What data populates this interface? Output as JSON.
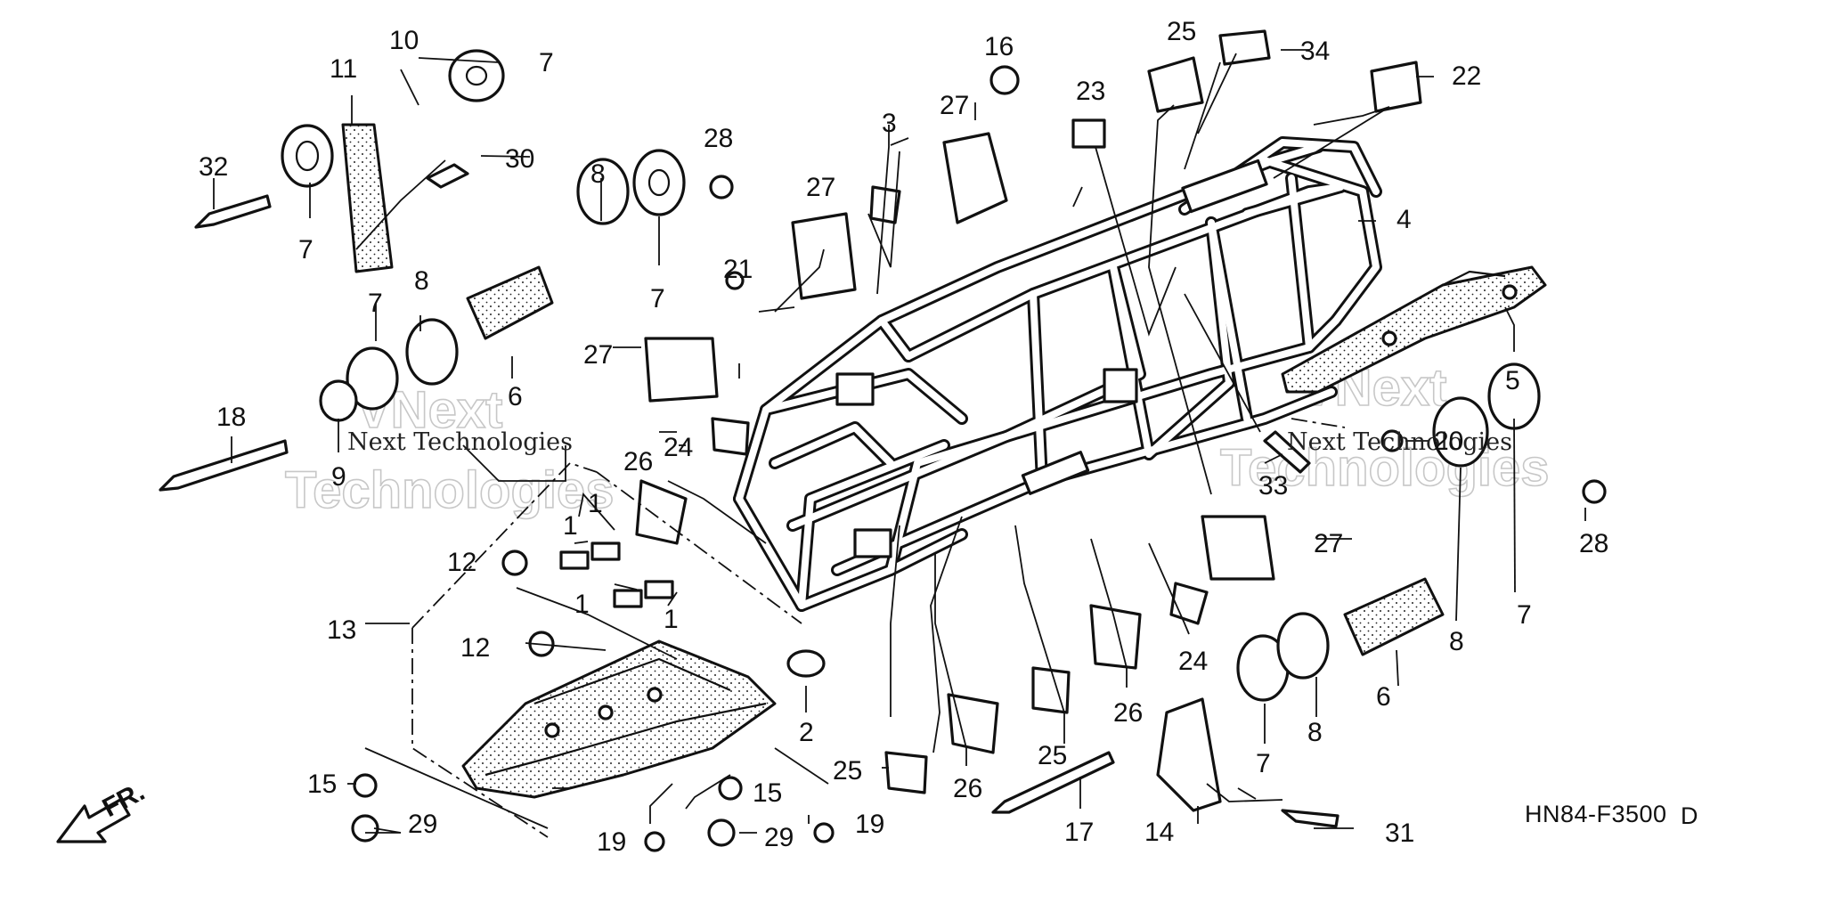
{
  "diagram_code": "HN84-F3500",
  "revision_mark": "D",
  "front_marker": "FR.",
  "watermark_line": "Next Technologies",
  "watermark_brand": "VNext",
  "watermark_word": "Technologies",
  "callouts": [
    "1",
    "1",
    "1",
    "1",
    "2",
    "3",
    "4",
    "5",
    "6",
    "6",
    "7",
    "7",
    "7",
    "7",
    "7",
    "7",
    "8",
    "8",
    "8",
    "8",
    "9",
    "10",
    "11",
    "12",
    "12",
    "13",
    "14",
    "15",
    "15",
    "16",
    "17",
    "18",
    "19",
    "19",
    "20",
    "21",
    "22",
    "23",
    "24",
    "24",
    "25",
    "25",
    "25",
    "26",
    "26",
    "26",
    "27",
    "27",
    "27",
    "27",
    "28",
    "28",
    "29",
    "29",
    "30",
    "31",
    "32",
    "33",
    "34"
  ]
}
